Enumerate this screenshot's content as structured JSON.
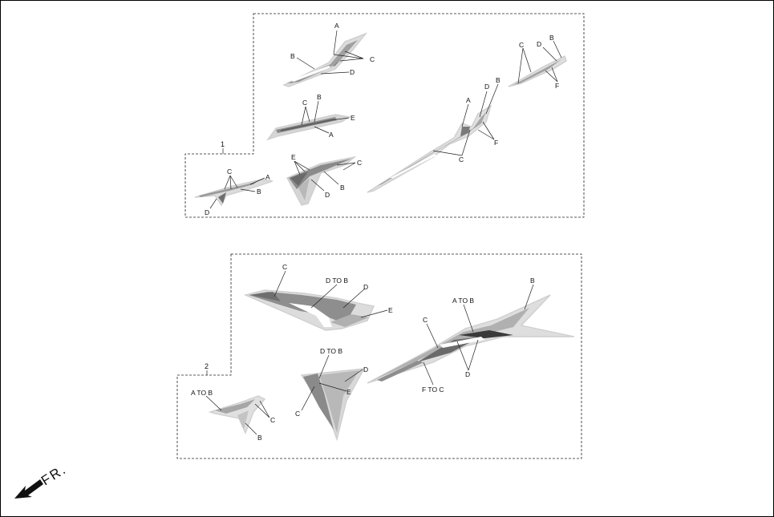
{
  "groups": {
    "group1": {
      "ref_number": "1"
    },
    "group2": {
      "ref_number": "2"
    }
  },
  "labels": {
    "a": "A",
    "b": "B",
    "c": "C",
    "d": "D",
    "e": "E",
    "f": "F",
    "d_to_b": "D TO B",
    "a_to_b": "A TO B",
    "f_to_c": "F TO C"
  },
  "direction": {
    "front_label": "FR."
  },
  "colors": {
    "light_gray": "#d9d9d9",
    "mid_gray": "#a8a8a8",
    "dark_gray": "#7a7a7a",
    "black_band": "#3a3a3a",
    "white": "#ffffff"
  }
}
